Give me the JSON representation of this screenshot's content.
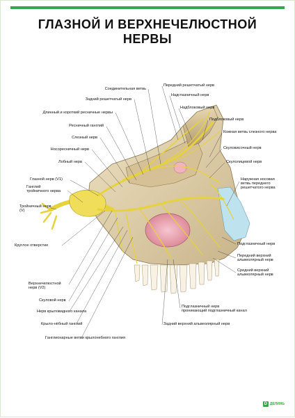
{
  "poster": {
    "title_line1": "ГЛАЗНОЙ И ВЕРХНЕЧЕЛЮСТНОЙ",
    "title_line2": "НЕРВЫ",
    "accent_color": "#3aa64a",
    "nerve_color": "#e6d23a",
    "logo_text": "ДЕЛИНЬ"
  },
  "labels_left": [
    "Соединительная ветвь",
    "Задний решетчатый нерв",
    "Длинный и короткий ресничные нервы",
    "Ресничный ганглий",
    "Слезный нерв",
    "Носоресничный нерв",
    "Лобный нерв",
    "Глазной нерв (V1)",
    "Ганглий",
    "тройничного нерва",
    "Тройничный нерв",
    "(V)",
    "Круглое отверстие",
    "Верхнечелюстной",
    "нерв (V2)",
    "Скуловой нерв",
    "Нерв крыловидного канала",
    "Крыло-нёбный ганглий",
    "Ганглионарные ветви крылонебного ганглия"
  ],
  "labels_right": [
    "Передний решетчатый нерв",
    "Надглазничный нерв",
    "Надблоковый нерв",
    "Подблоковый нерв",
    "Кожная ветвь слезного нерва",
    "Скуловисочный нерв",
    "Скулолицевой нерв",
    "Наружная носовая",
    "ветвь переднего",
    "решетчатого нерва",
    "Подглазничный нерв",
    "Передний верхний",
    "альвеолярный нерв",
    "Средний верхний",
    "альвеолярный нерв"
  ],
  "labels_bottom": [
    "Подглазничный нерв",
    "проникающий подглазничный канал",
    "Задний верхний альвеолярный нерв"
  ]
}
